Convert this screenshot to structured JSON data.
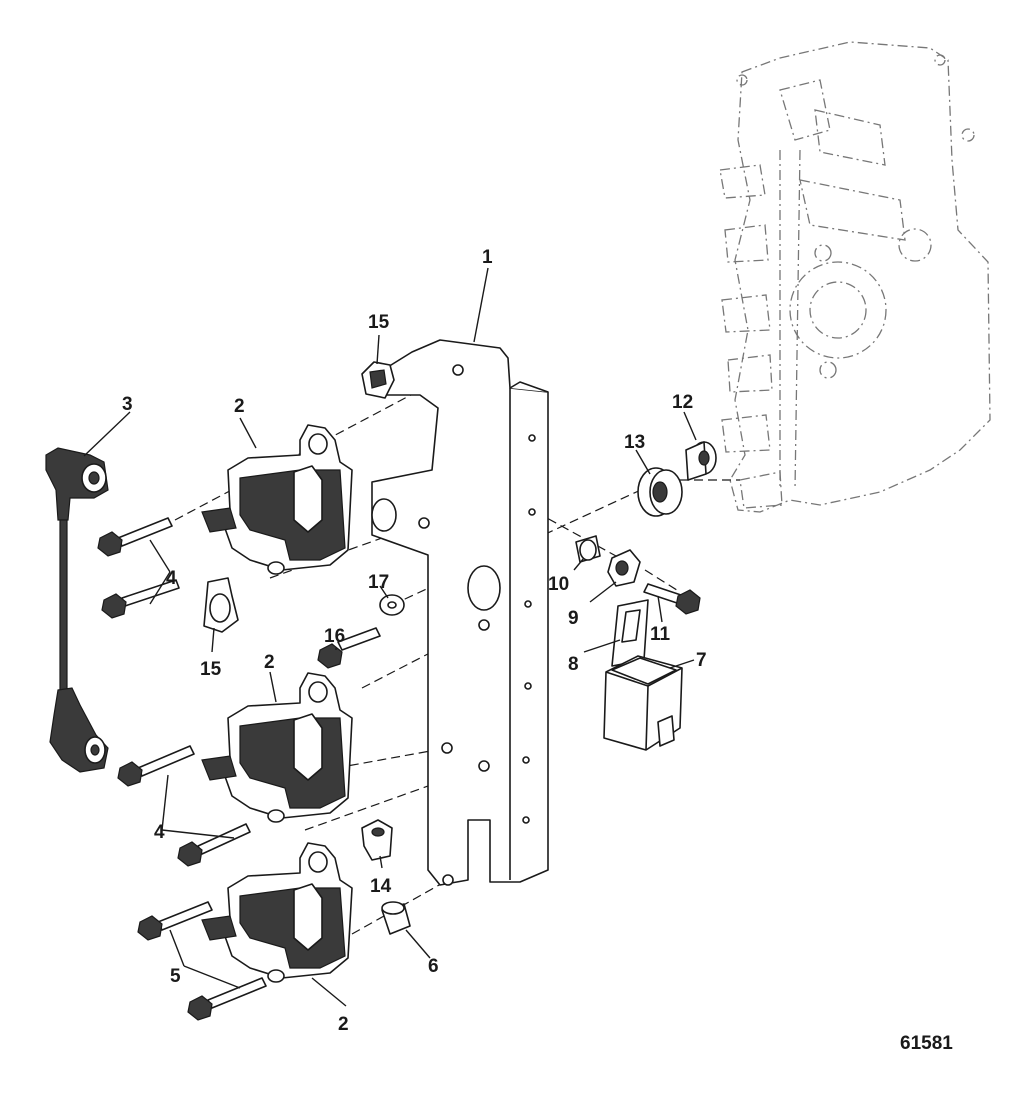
{
  "figure_id": "61581",
  "callouts": {
    "c1": "1",
    "c2a": "2",
    "c2b": "2",
    "c2c": "2",
    "c3": "3",
    "c4a": "4",
    "c4b": "4",
    "c5": "5",
    "c6": "6",
    "c7": "7",
    "c8": "8",
    "c9": "9",
    "c10": "10",
    "c11": "11",
    "c12": "12",
    "c13": "13",
    "c14": "14",
    "c15a": "15",
    "c15b": "15",
    "c16": "16",
    "c17": "17"
  }
}
